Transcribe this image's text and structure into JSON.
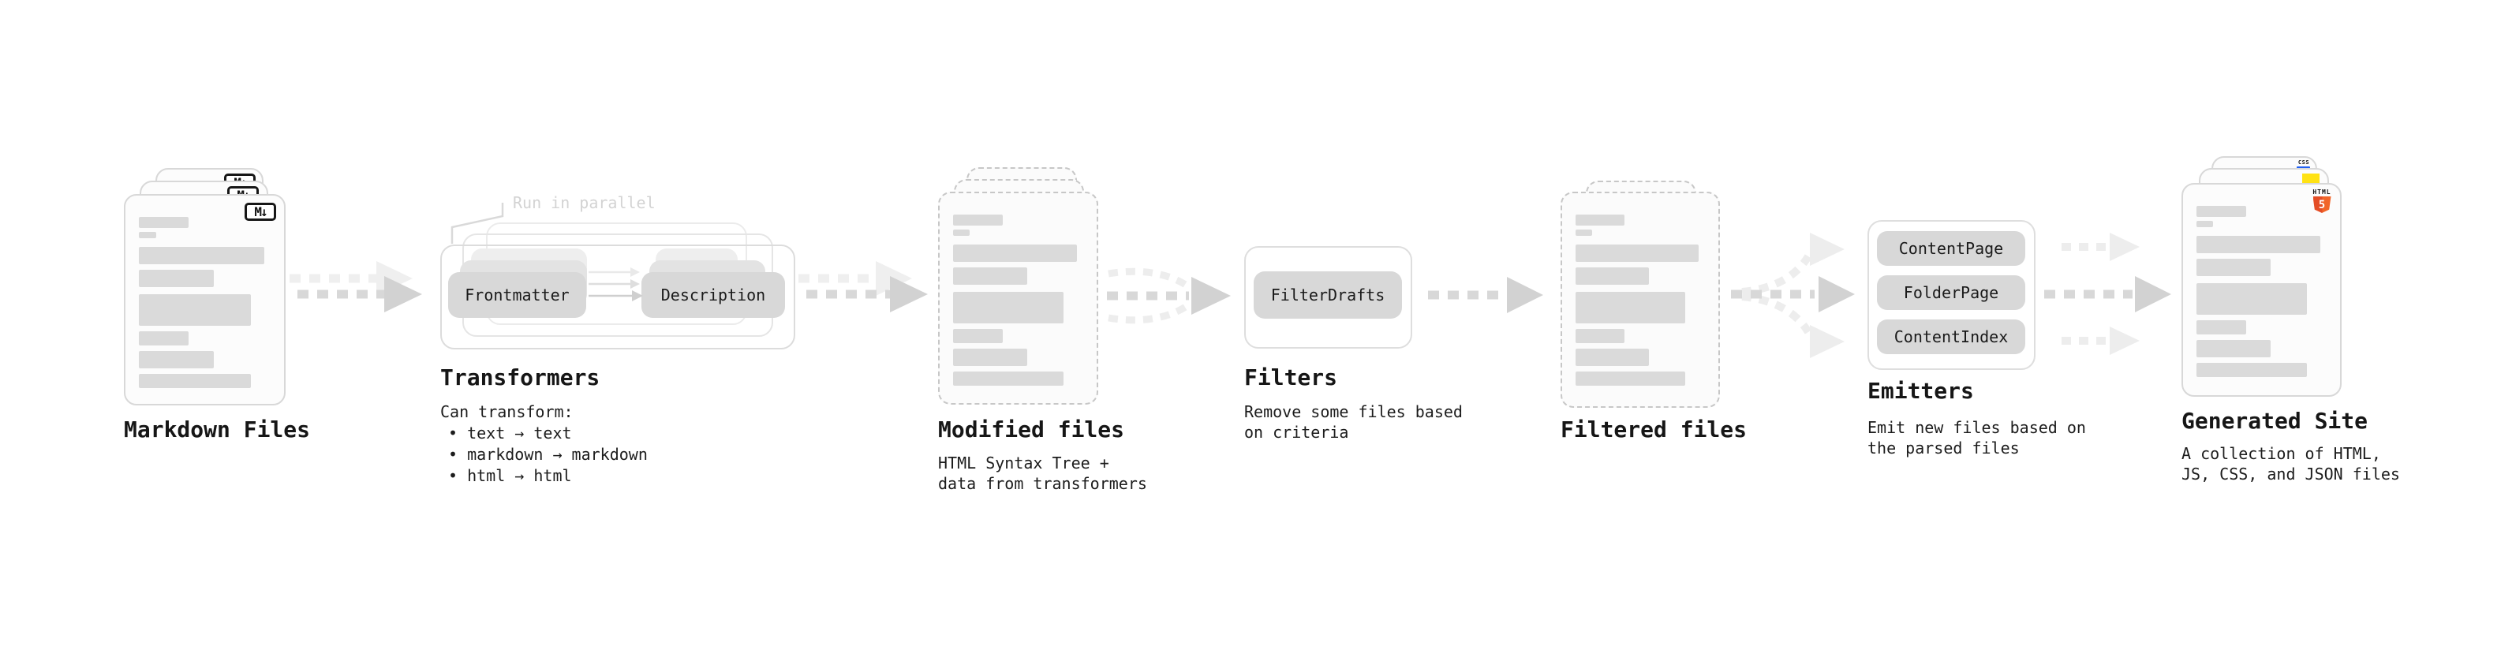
{
  "diagram": {
    "markdown": {
      "title": "Markdown Files",
      "badge": "M↓"
    },
    "transformers": {
      "note": "Run in parallel",
      "chip_left": "Frontmatter",
      "chip_right": "Description",
      "title": "Transformers",
      "desc_heading": "Can transform:",
      "bullets": [
        "• text → text",
        "• markdown → markdown",
        "• html → html"
      ]
    },
    "modified": {
      "title": "Modified files",
      "desc": [
        "HTML Syntax Tree +",
        "data from transformers"
      ]
    },
    "filters": {
      "title": "Filters",
      "chip": "FilterDrafts",
      "desc": [
        "Remove some files based",
        "on criteria"
      ]
    },
    "filtered": {
      "title": "Filtered files"
    },
    "emitters": {
      "title": "Emitters",
      "chips": [
        "ContentPage",
        "FolderPage",
        "ContentIndex"
      ],
      "desc": [
        "Emit new files based on",
        "the parsed files"
      ]
    },
    "generated": {
      "title": "Generated Site",
      "desc": [
        "A collection of HTML,",
        "JS, CSS, and JSON files"
      ],
      "icons": {
        "html_label": "HTML",
        "html_number": "5",
        "css_label": "CSS"
      }
    }
  },
  "colors": {
    "card_bg": "#fcfcfc",
    "card_border": "#d8d8d8",
    "dashed_border": "#c7c7c7",
    "chip_bg": "#d8d8d8",
    "content_bar": "#dadada",
    "arrow": "#d8d8d8",
    "arrow_head": "#d2d2d2",
    "arrow_faint": "#ededed",
    "note_text": "#d3d3d3",
    "html5_orange_left": "#e44d26",
    "html5_orange_right": "#f16529",
    "css_blue": "#2160f3",
    "js_yellow": "#ffe213"
  }
}
